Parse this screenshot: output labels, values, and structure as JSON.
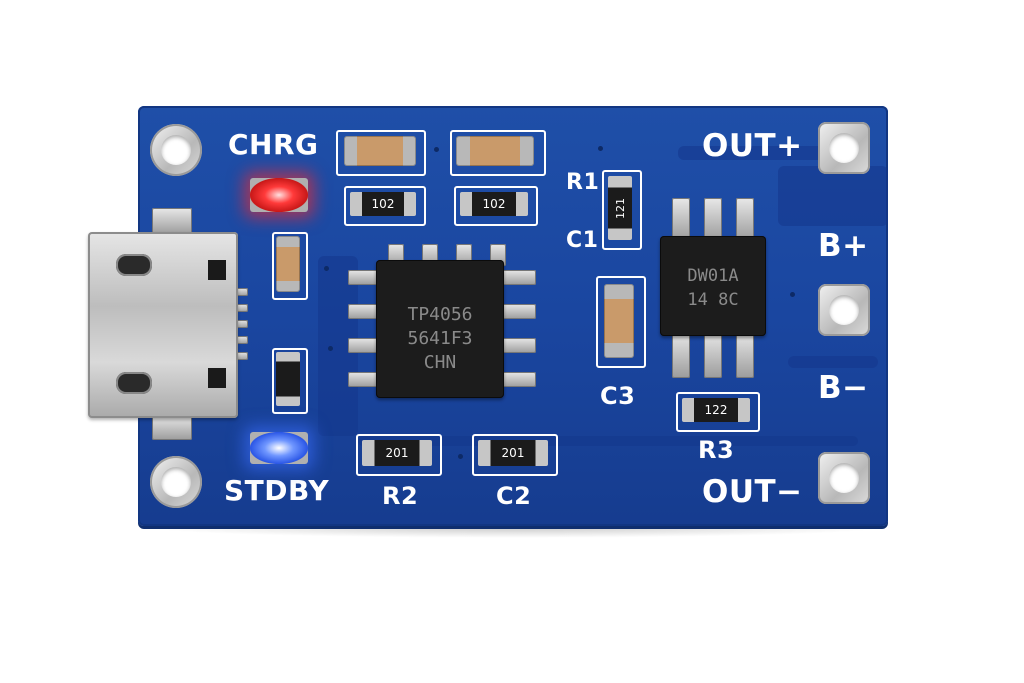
{
  "board": {
    "labels": {
      "chrg": "CHRG",
      "stdby": "STDBY",
      "out_plus": "OUT+",
      "out_minus": "OUT−",
      "b_plus": "B+",
      "b_minus": "B−",
      "r1": "R1",
      "c1": "C1",
      "c3": "C3",
      "r3": "R3",
      "r2": "R2",
      "c2": "C2"
    },
    "resistors": {
      "top_left": "102",
      "top_right": "102",
      "r1": "121",
      "r3": "122",
      "r2": "201",
      "c2": "201"
    },
    "chips": {
      "charger": [
        "TP4056",
        "5641F3",
        "CHN"
      ],
      "protection": [
        "DW01A",
        "14 8C"
      ]
    },
    "colors": {
      "pcb": "#1a46a0",
      "chrg_led": "#ff2a2a",
      "stdby_led": "#3a6bff",
      "silkscreen": "#ffffff"
    }
  }
}
